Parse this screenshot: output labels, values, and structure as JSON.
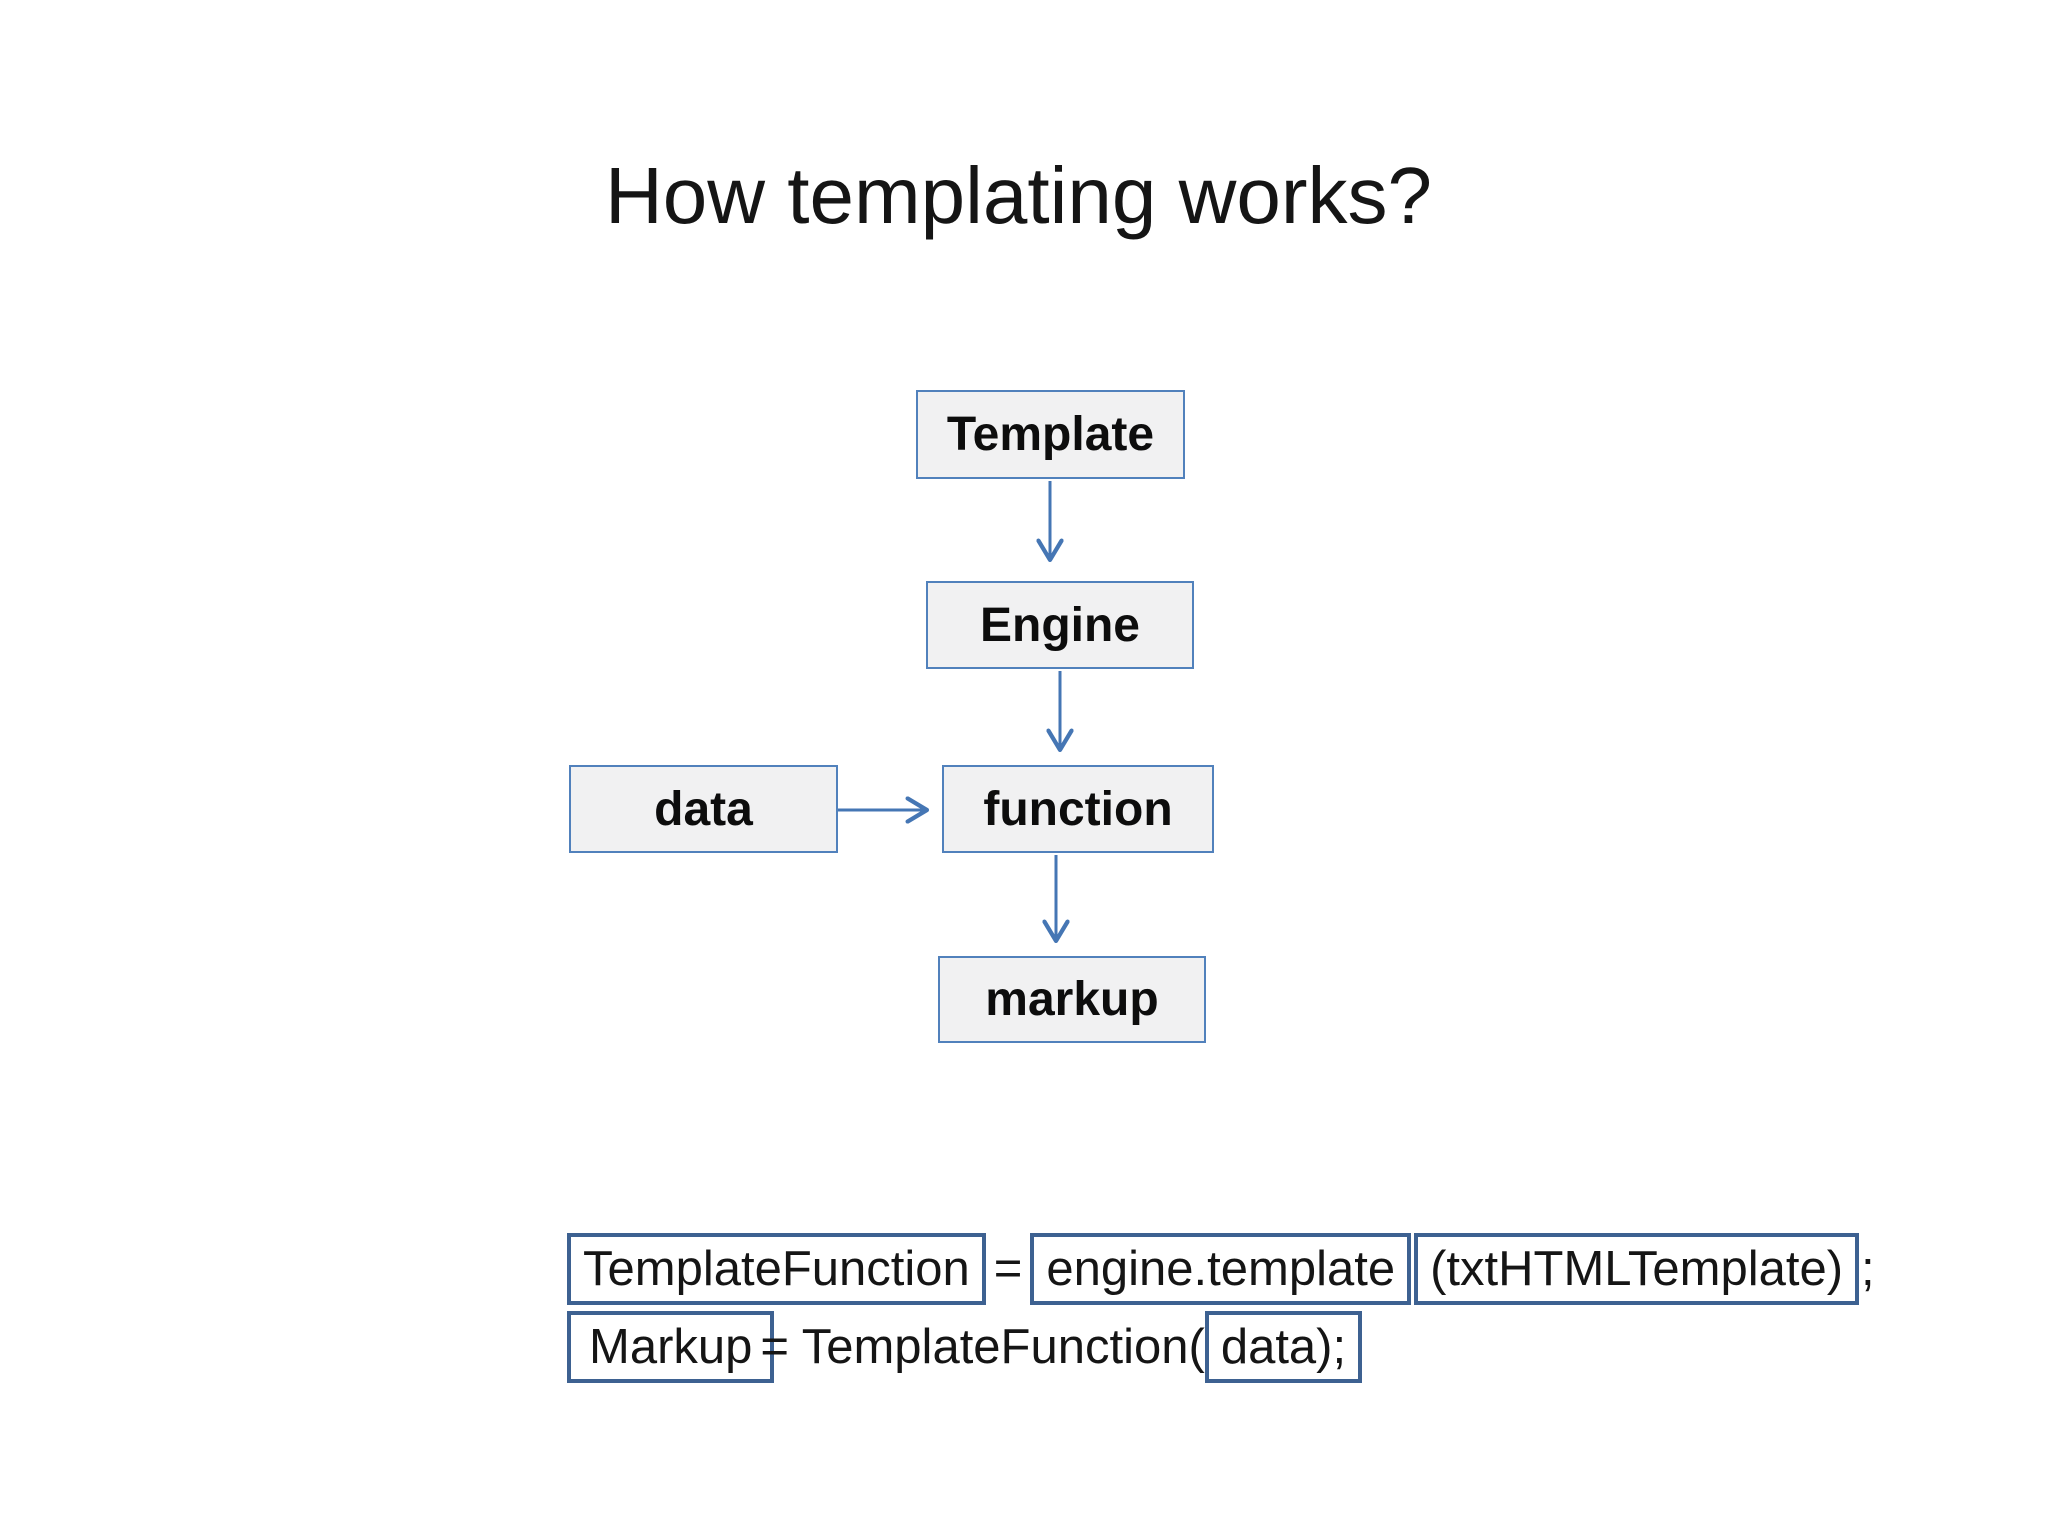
{
  "title": "How templating works?",
  "flowchart": {
    "nodes": [
      {
        "label": "Template"
      },
      {
        "label": "Engine"
      },
      {
        "label": "data"
      },
      {
        "label": "function"
      },
      {
        "label": "markup"
      }
    ],
    "connections": [
      "Template -> Engine",
      "Engine -> function",
      "data -> function",
      "function -> markup"
    ]
  },
  "code": {
    "line1": {
      "box1": "TemplateFunction",
      "operator": "=",
      "box2": "engine.template",
      "box3": "(txtHTMLTemplate)",
      "suffix": ";"
    },
    "line2": {
      "box1": "Markup",
      "middle": "= TemplateFunction(",
      "box2": "data);"
    }
  },
  "colors": {
    "background": "#ffffff",
    "node_fill": "#f1f1f2",
    "node_border": "#5181bc",
    "arrow": "#4576b4",
    "code_box_border": "#3d6191",
    "text": "#151515"
  }
}
